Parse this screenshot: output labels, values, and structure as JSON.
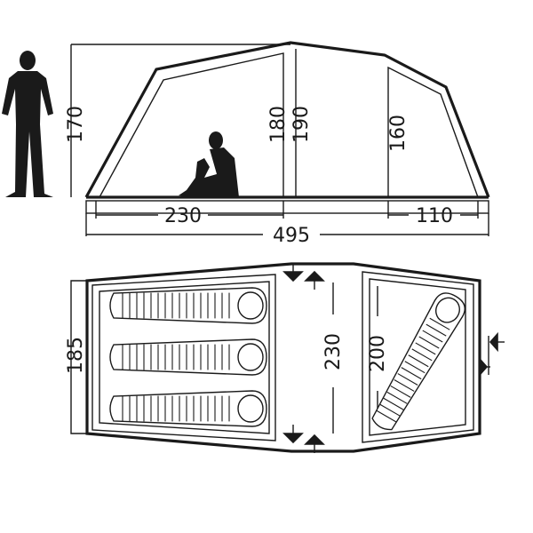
{
  "side_view": {
    "height_person_side": "170",
    "height_center_left": "180",
    "height_center_right": "190",
    "height_vestibule": "160",
    "length_inner": "230",
    "length_vestibule": "110",
    "length_total": "495"
  },
  "floor_plan": {
    "width_inner": "185",
    "width_total": "230",
    "length_sleeping": "200"
  },
  "icons": {
    "standing_person": "standing-person-icon",
    "sitting_person": "sitting-person-icon",
    "sleeping_bag": "sleeping-bag-icon",
    "door": "door-arrow-icon"
  }
}
